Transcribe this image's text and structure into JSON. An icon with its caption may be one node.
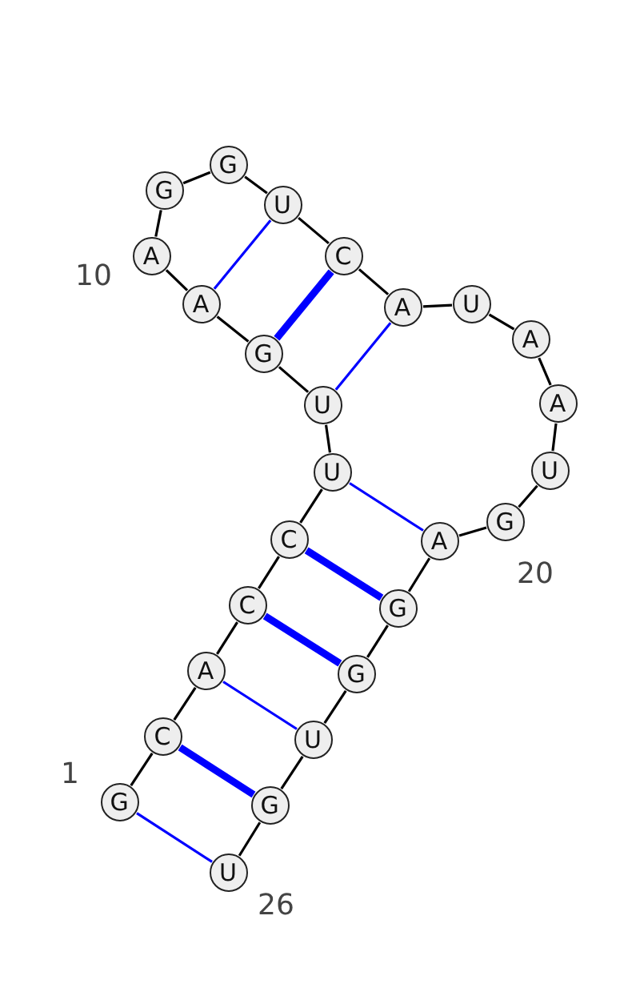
{
  "diagram": {
    "nodes": [
      {
        "text": [
          "G"
        ]
      },
      {
        "text": [
          "C"
        ]
      },
      {
        "text": [
          "A"
        ]
      },
      {
        "text": [
          "C"
        ]
      },
      {
        "text": [
          "C"
        ]
      },
      {
        "text": [
          "U"
        ]
      },
      {
        "text": [
          "U"
        ]
      },
      {
        "text": [
          "G"
        ]
      },
      {
        "text": [
          "A"
        ]
      },
      {
        "text": [
          "A"
        ]
      },
      {
        "text": [
          "G"
        ]
      },
      {
        "text": [
          "G"
        ]
      },
      {
        "text": [
          "U"
        ]
      },
      {
        "text": [
          "C"
        ]
      },
      {
        "text": [
          "A"
        ]
      },
      {
        "text": [
          "U"
        ]
      },
      {
        "text": [
          "A"
        ]
      },
      {
        "text": [
          "A"
        ]
      },
      {
        "text": [
          "U"
        ]
      },
      {
        "text": [
          "G"
        ]
      },
      {
        "text": [
          "A"
        ]
      },
      {
        "text": [
          "G"
        ]
      },
      {
        "text": [
          "G"
        ]
      },
      {
        "text": [
          "U"
        ]
      },
      {
        "text": [
          "G"
        ]
      },
      {
        "text": [
          "U"
        ]
      }
    ],
    "edges": [
      {
        "from": 0,
        "to": 1,
        "arrow": "none"
      },
      {
        "from": 1,
        "to": 2,
        "arrow": "none"
      },
      {
        "from": 2,
        "to": 3,
        "arrow": "none"
      },
      {
        "from": 3,
        "to": 4,
        "arrow": "none"
      },
      {
        "from": 4,
        "to": 5,
        "arrow": "none"
      },
      {
        "from": 5,
        "to": 6,
        "arrow": "none"
      },
      {
        "from": 6,
        "to": 7,
        "arrow": "none"
      },
      {
        "from": 7,
        "to": 8,
        "arrow": "none"
      },
      {
        "from": 8,
        "to": 9,
        "arrow": "none"
      },
      {
        "from": 9,
        "to": 10,
        "arrow": "none"
      },
      {
        "from": 10,
        "to": 11,
        "arrow": "none"
      },
      {
        "from": 11,
        "to": 12,
        "arrow": "none"
      },
      {
        "from": 12,
        "to": 13,
        "arrow": "none"
      },
      {
        "from": 13,
        "to": 14,
        "arrow": "none"
      },
      {
        "from": 14,
        "to": 15,
        "arrow": "none"
      },
      {
        "from": 15,
        "to": 16,
        "arrow": "none"
      },
      {
        "from": 16,
        "to": 17,
        "arrow": "none"
      },
      {
        "from": 17,
        "to": 18,
        "arrow": "none"
      },
      {
        "from": 18,
        "to": 19,
        "arrow": "none"
      },
      {
        "from": 19,
        "to": 20,
        "arrow": "none"
      },
      {
        "from": 20,
        "to": 21,
        "arrow": "none"
      },
      {
        "from": 21,
        "to": 22,
        "arrow": "none"
      },
      {
        "from": 22,
        "to": 23,
        "arrow": "none"
      },
      {
        "from": 23,
        "to": 24,
        "arrow": "none"
      },
      {
        "from": 24,
        "to": 25,
        "arrow": "none"
      },
      {
        "from": 0,
        "to": 25,
        "arrow": "none",
        "color": "#0000ff"
      },
      {
        "from": 1,
        "to": 24,
        "arrow": "none",
        "style": "thick",
        "color": "#0000ff"
      },
      {
        "from": 2,
        "to": 23,
        "arrow": "none",
        "color": "#0000ff"
      },
      {
        "from": 3,
        "to": 22,
        "arrow": "none",
        "style": "thick",
        "color": "#0000ff"
      },
      {
        "from": 4,
        "to": 21,
        "arrow": "none",
        "style": "thick",
        "color": "#0000ff"
      },
      {
        "from": 5,
        "to": 20,
        "arrow": "none",
        "color": "#0000ff"
      },
      {
        "from": 6,
        "to": 14,
        "arrow": "none",
        "color": "#0000ff"
      },
      {
        "from": 7,
        "to": 13,
        "arrow": "none",
        "style": "thick",
        "color": "#0000ff"
      },
      {
        "from": 8,
        "to": 12,
        "arrow": "none",
        "color": "#0000ff"
      }
    ],
    "labels": [
      "10",
      "20",
      "1",
      "26"
    ]
  }
}
